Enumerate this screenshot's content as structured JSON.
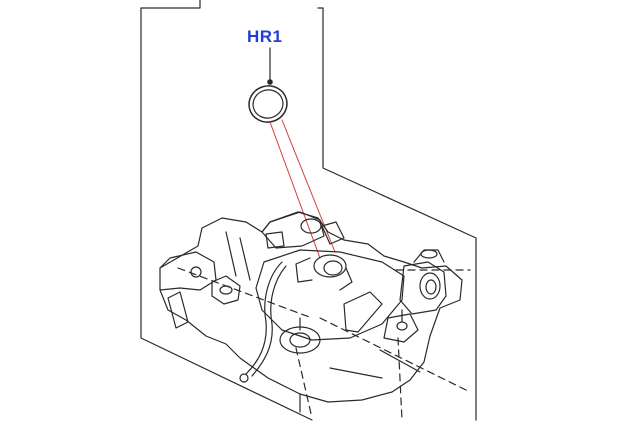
{
  "callout": {
    "label": "HR1",
    "color": "#1f3fd0"
  },
  "colors": {
    "outline": "#2a2a2a",
    "leader_red": "#d04040",
    "background": "#ffffff"
  },
  "parts": [
    {
      "name": "o-ring-seal",
      "callout": "HR1"
    },
    {
      "name": "transfer-case-assembly"
    }
  ]
}
